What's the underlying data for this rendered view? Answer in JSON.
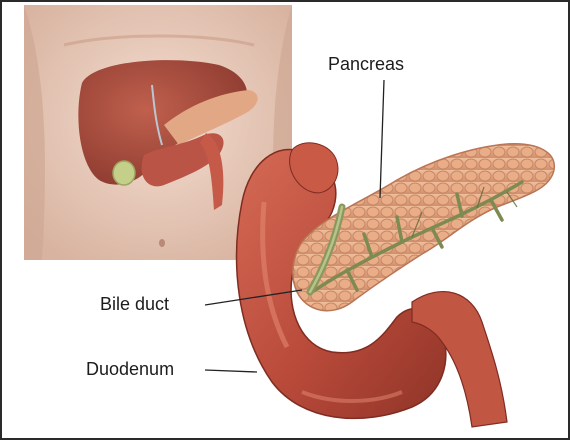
{
  "labels": {
    "pancreas": "Pancreas",
    "bile_duct": "Bile duct",
    "duodenum": "Duodenum"
  },
  "colors": {
    "skin": "#efd3c2",
    "liver": "#a94f40",
    "pancreas": "#e3a782",
    "duodenum": "#c65643",
    "duct": "#7d8a52",
    "gallbladder": "#c4d08a",
    "border": "#2a2a2a"
  }
}
